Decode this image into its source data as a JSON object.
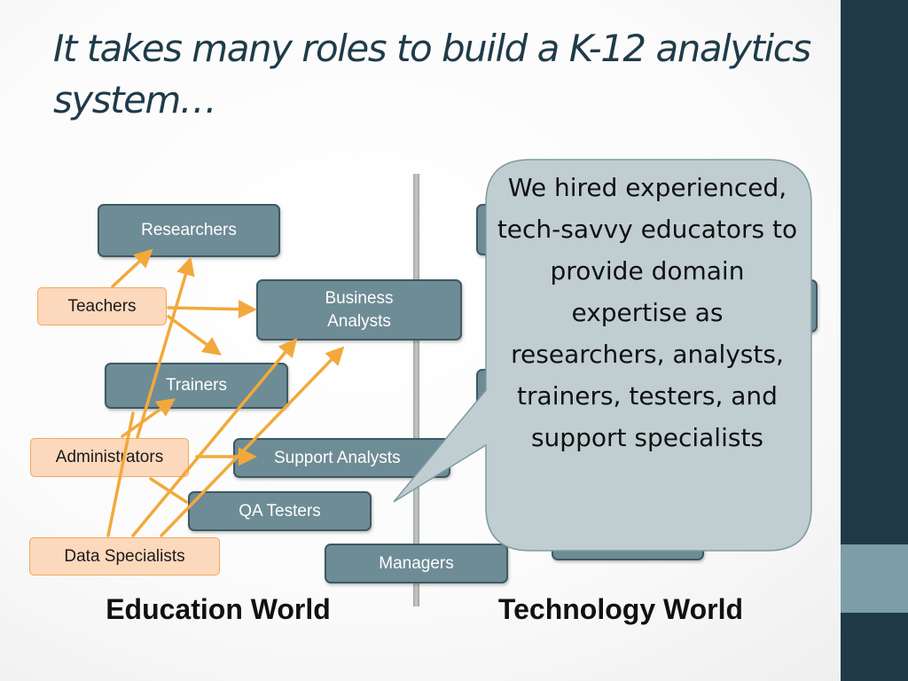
{
  "title": "It takes many roles to build a K-12 analytics system…",
  "education_roles": {
    "researchers": "Researchers",
    "business_analysts": "Business\nAnalysts",
    "trainers": "Trainers",
    "support_analysts": "Support Analysts",
    "qa_testers": "QA Testers",
    "managers": "Managers"
  },
  "people": {
    "teachers": "Teachers",
    "administrators": "Administrators",
    "data_specialists": "Data Specialists"
  },
  "callout": {
    "text": "We hired experienced, tech-savvy educators to provide domain expertise as researchers, analysts, trainers, testers, and support specialists"
  },
  "labels": {
    "education_world": "Education World",
    "technology_world": "Technology World"
  },
  "colors": {
    "role_fill": "#6e8c96",
    "person_fill": "#fcd8bc",
    "arrow": "#f2a93b",
    "callout_fill": "#c0ced1",
    "sidebar": "#1f3a46"
  }
}
